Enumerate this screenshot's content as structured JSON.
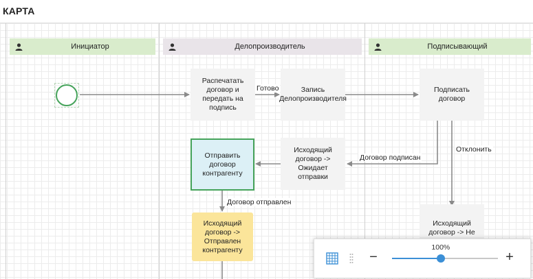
{
  "title": "КАРТА",
  "lanes": [
    {
      "name": "Инициатор"
    },
    {
      "name": "Делопроизводитель"
    },
    {
      "name": "Подписывающий"
    }
  ],
  "tasks": {
    "print": "Распечатать договор и передать на подпись",
    "record": "Запись Делопроизводителя",
    "sign": "Подписать договор",
    "outgoing_waiting": "Исходящий договор -> Ожидает отправки",
    "send": "Отправить договор контрагенту",
    "outgoing_sent": "Исходящий договор -> Отправлен контрагенту",
    "outgoing_not": "Исходящий договор -> Не подписан"
  },
  "edges": {
    "ready": "Готово",
    "reject": "Отклонить",
    "signed": "Договор подписан",
    "sent": "Договор отправлен"
  },
  "zoom": {
    "value_label": "100%",
    "level": 0.46,
    "minus": "−",
    "plus": "+"
  },
  "colors": {
    "lane_green": "#d9eccc",
    "lane_gray": "#e9e4e9",
    "active_border": "#45a35a",
    "accent": "#3b8fd6"
  }
}
